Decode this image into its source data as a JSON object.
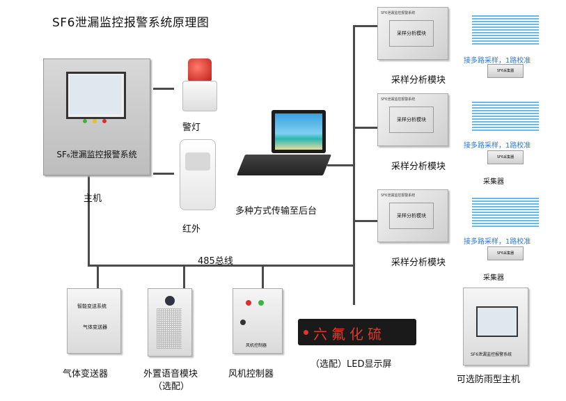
{
  "title": "SF6泄漏监控报警系统原理图",
  "host": {
    "panel_text": "SF₆泄漏监控报警系统",
    "label": "主机"
  },
  "alarm_light": {
    "label": "警灯"
  },
  "infrared": {
    "label": "红外"
  },
  "laptop": {
    "label": "多种方式传输至后台"
  },
  "bus": {
    "label": "485总线"
  },
  "modules": [
    {
      "label": "采样分析模块",
      "inner": "采样分析模块",
      "tiny": "SF6泄漏监控报警系统"
    },
    {
      "label": "采样分析模块",
      "inner": "采样分析模块",
      "tiny": "SF6泄漏监控报警系统"
    },
    {
      "label": "采样分析模块",
      "inner": "采样分析模块",
      "tiny": "SF6泄漏监控报警系统"
    }
  ],
  "sampling_note": [
    "接多路采样，1路校准",
    "接多路采样，1路校准",
    "接多路采样，1路校准"
  ],
  "collector": {
    "label": "采集器",
    "plate": "SF6采集器"
  },
  "gas_transmitter": {
    "label": "气体变送器",
    "plate1": "智能变送系统",
    "plate2": "气体变送器"
  },
  "voice_module": {
    "label1": "外置语音模块",
    "label2": "（选配）"
  },
  "fan_controller": {
    "label": "风机控制器",
    "plate": "风机控制器"
  },
  "led_screen": {
    "display": "六氟化硫",
    "label": "（选配）LED显示屏"
  },
  "rainproof_host": {
    "label": "可选防雨型主机",
    "plate": "SF6泄漏监控报警系统"
  },
  "colors": {
    "line": "#4a4a4a",
    "accent_blue": "#2a78d6",
    "led_red": "#e0382c"
  }
}
